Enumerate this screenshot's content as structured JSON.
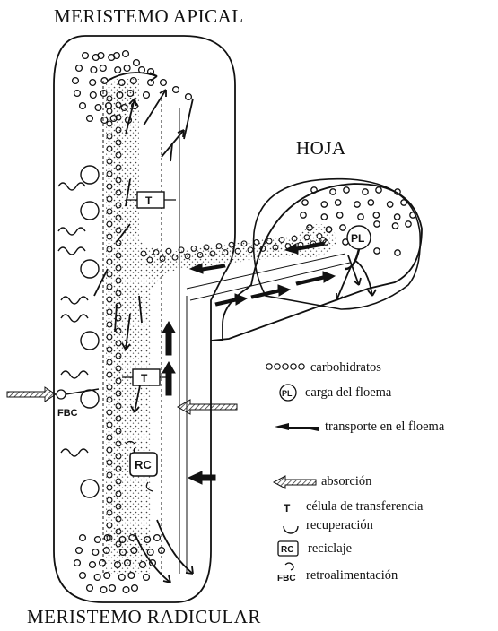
{
  "titles": {
    "top": "MERISTEMO APICAL",
    "leaf": "HOJA",
    "bottom": "MERISTEMO RADICULAR"
  },
  "markers": {
    "transfer_top": "T",
    "transfer_bottom": "T",
    "recycle": "RC",
    "feedback": "FBC",
    "loading": "PL"
  },
  "legend": {
    "carbohydrates": "carbohidratos",
    "phloem_loading": "carga del floema",
    "phloem_loading_icon": "PL",
    "phloem_transport": "transporte en el floema",
    "absorption": "absorción",
    "transfer_cell": "célula de transferencia",
    "transfer_cell_icon": "T",
    "recovery": "recuperación",
    "recycling": "reciclaje",
    "recycling_icon": "RC",
    "feedback": "retroalimentación",
    "feedback_icon": "FBC"
  },
  "colors": {
    "ink": "#111111",
    "background": "#ffffff"
  }
}
